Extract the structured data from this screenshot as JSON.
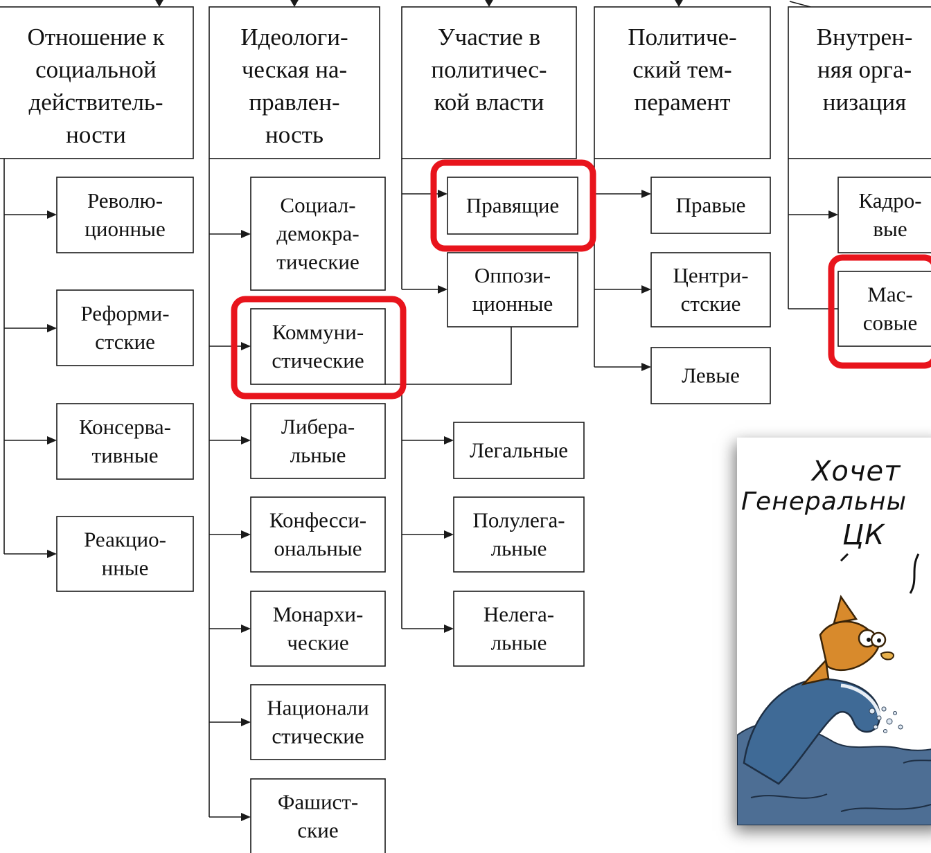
{
  "diagram": {
    "columns": [
      {
        "header": [
          "Отношение к",
          "социальной",
          "действитель-",
          "ности"
        ],
        "items": [
          [
            "Револю-",
            "ционные"
          ],
          [
            "Реформи-",
            "стские"
          ],
          [
            "Консерва-",
            "тивные"
          ],
          [
            "Реакцио-",
            "нные"
          ]
        ]
      },
      {
        "header": [
          "Идеологи-",
          "ческая на-",
          "правлен-",
          "ность"
        ],
        "items": [
          [
            "Социал-",
            "демокра-",
            "тические"
          ],
          [
            "Коммуни-",
            "стические"
          ],
          [
            "Либера-",
            "льные"
          ],
          [
            "Конфесси-",
            "ональные"
          ],
          [
            "Монархи-",
            "ческие"
          ],
          [
            "Национали",
            "стические"
          ],
          [
            "Фашист-",
            "ские"
          ]
        ]
      },
      {
        "header": [
          "Участие в",
          "политичес-",
          "кой власти"
        ],
        "items": [
          [
            "Правящие"
          ],
          [
            "Оппози-",
            "ционные"
          ]
        ]
      },
      {
        "header": [
          "Политиче-",
          "ский тем-",
          "перамент"
        ],
        "items": [
          [
            "Правые"
          ],
          [
            "Центри-",
            "стские"
          ],
          [
            "Левые"
          ]
        ]
      },
      {
        "header": [
          "Внутрен-",
          "няя орга-",
          "низация"
        ],
        "items": [
          [
            "Кадро-",
            "вые"
          ],
          [
            "Мас-",
            "совые"
          ]
        ]
      }
    ],
    "legality": [
      [
        "Легальные"
      ],
      [
        "Полулега-",
        "льные"
      ],
      [
        "Нелега-",
        "льные"
      ]
    ],
    "highlighted": [
      "Правящие",
      "Коммуни-стические",
      "Мас-совые"
    ],
    "colors": {
      "highlight": "#e8141c",
      "line": "#1a1a1a"
    }
  },
  "cartoon": {
    "caption": [
      "Хочет",
      "Генеральны",
      "ЦК"
    ]
  }
}
